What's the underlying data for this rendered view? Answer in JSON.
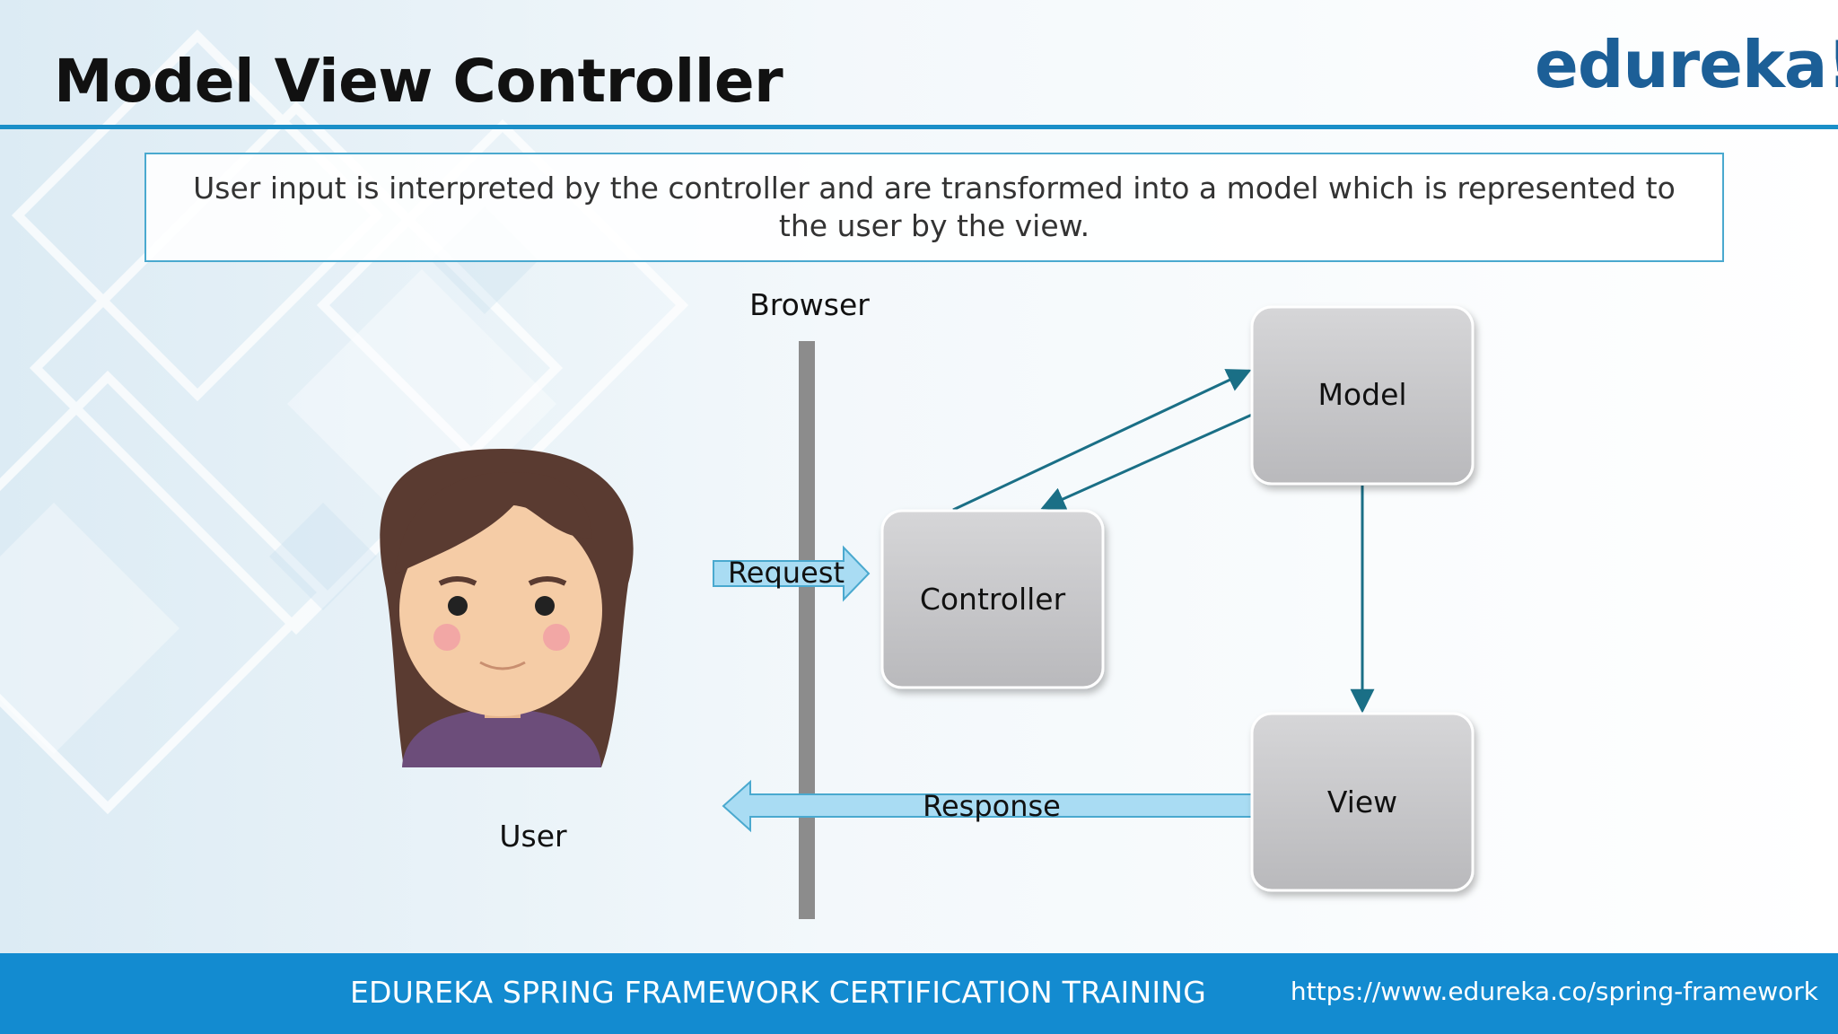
{
  "slide": {
    "title": "Model View Controller",
    "logo_text": "edureka!",
    "description": "User input is interpreted by the controller and are transformed into a model which is represented to the user by the view."
  },
  "diagram": {
    "browser_label": "Browser",
    "user_label": "User",
    "request_label": "Request",
    "response_label": "Response",
    "nodes": {
      "model": "Model",
      "controller": "Controller",
      "view": "View"
    }
  },
  "footer": {
    "course_title": "EDUREKA SPRING FRAMEWORK CERTIFICATION TRAINING",
    "url": "https://www.edureka.co/spring-framework"
  },
  "colors": {
    "accent": "#138bd0",
    "logo": "#1c5f97",
    "box_fill": "#c6c6c8",
    "arrow_stroke": "#1a6f86",
    "flow_arrow_fill": "#a9dcf3"
  }
}
